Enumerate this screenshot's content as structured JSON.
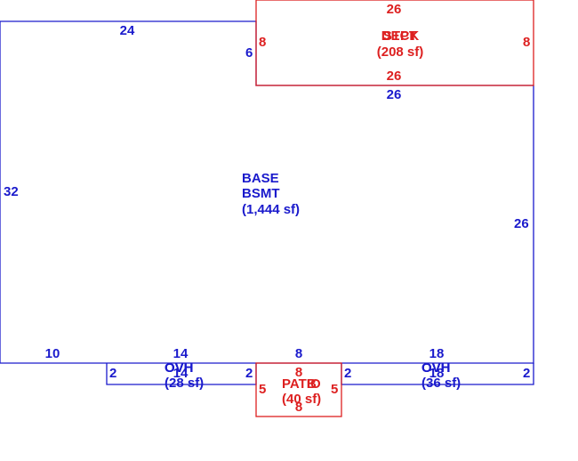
{
  "colors": {
    "base_outline": "#1a1acc",
    "addition_outline": "#dd2020",
    "background": "#ffffff"
  },
  "base": {
    "name": "BASE",
    "sublabel": "BSMT",
    "area": "(1,444 sf)",
    "dims": {
      "top_left": "24",
      "left": "32",
      "step_down": "6",
      "top_right": "26",
      "right": "26",
      "bottom_left": "10",
      "bottom_mid_left": "14",
      "bottom_mid": "8",
      "bottom_mid_right": "18"
    }
  },
  "deck": {
    "label_a": "DECK",
    "label_b": "STPT",
    "area": "(208 sf)",
    "dims": {
      "top": "26",
      "bottom": "26",
      "left": "8",
      "right": "8"
    }
  },
  "ovh_left": {
    "label_a": "OVH",
    "label_b": "OVH",
    "area": "(28 sf)",
    "dims": {
      "bottom": "14",
      "left": "2",
      "right": "2"
    }
  },
  "ovh_right": {
    "label_a": "OVH",
    "label_b": "OVH",
    "area": "(36 sf)",
    "dims": {
      "bottom": "18",
      "left": "2",
      "right": "2"
    }
  },
  "patio": {
    "label_a": "PATIO",
    "label_b": "B",
    "area": "(40 sf)",
    "dims": {
      "top": "8",
      "bottom": "8",
      "left": "5",
      "right": "5"
    }
  }
}
